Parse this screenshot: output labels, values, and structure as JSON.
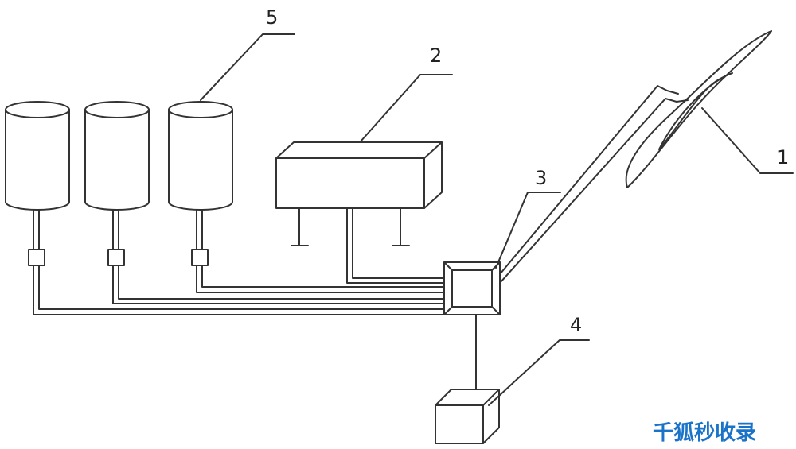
{
  "labels": {
    "one": "1",
    "two": "2",
    "three": "3",
    "four": "4",
    "five": "5"
  },
  "watermark": "千狐秒收录",
  "colors": {
    "line": "#333333",
    "watermark": "#1a73c8"
  }
}
